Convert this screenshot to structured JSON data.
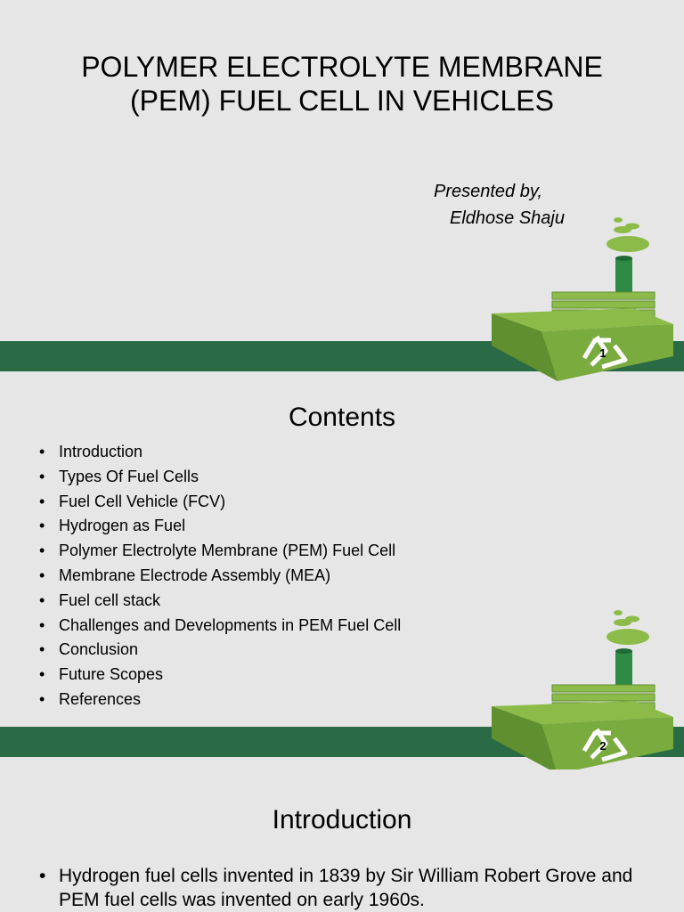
{
  "slide1": {
    "title_line1": "POLYMER ELECTROLYTE MEMBRANE",
    "title_line2": "(PEM) FUEL CELL IN VEHICLES",
    "presented_by": "Presented by,",
    "presenter_name": "Eldhose Shaju",
    "page_number": "1"
  },
  "slide2": {
    "heading": "Contents",
    "items": [
      "Introduction",
      "Types Of Fuel Cells",
      "Fuel Cell Vehicle (FCV)",
      "Hydrogen as Fuel",
      "Polymer Electrolyte Membrane (PEM) Fuel Cell",
      "Membrane Electrode Assembly (MEA)",
      "Fuel cell stack",
      "Challenges and Developments in PEM Fuel Cell",
      "Conclusion",
      "Future Scopes",
      "References"
    ],
    "page_number": "2"
  },
  "slide3": {
    "heading": "Introduction",
    "bullet1": "Hydrogen fuel cells invented in 1839 by Sir William Robert Grove and PEM fuel cells was invented on early 1960s."
  },
  "colors": {
    "background": "#e6e6e6",
    "band": "#2a6a44",
    "factory_light": "#8dbb4a",
    "factory_dark": "#5f8f2e",
    "chimney": "#2f8a46"
  }
}
